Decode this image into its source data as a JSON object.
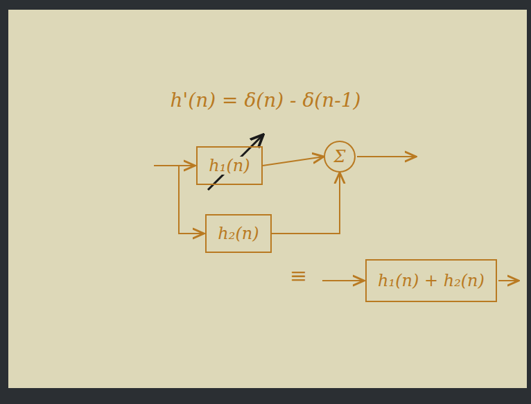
{
  "diagram": {
    "title": "h'(n) = δ(n) - δ(n-1)",
    "nodes": [
      {
        "text": [
          "h₁(n)"
        ]
      },
      {
        "text": [
          "Σ"
        ]
      },
      {
        "text": [
          "h₂(n)"
        ]
      },
      {
        "text": [
          "h₁(n) + h₂(n)"
        ]
      }
    ],
    "edges": [
      {
        "from": 0,
        "to": 1,
        "arrow": "to"
      },
      {
        "from": 2,
        "to": 1,
        "arrow": "to"
      }
    ],
    "labels": [
      "≡"
    ]
  }
}
